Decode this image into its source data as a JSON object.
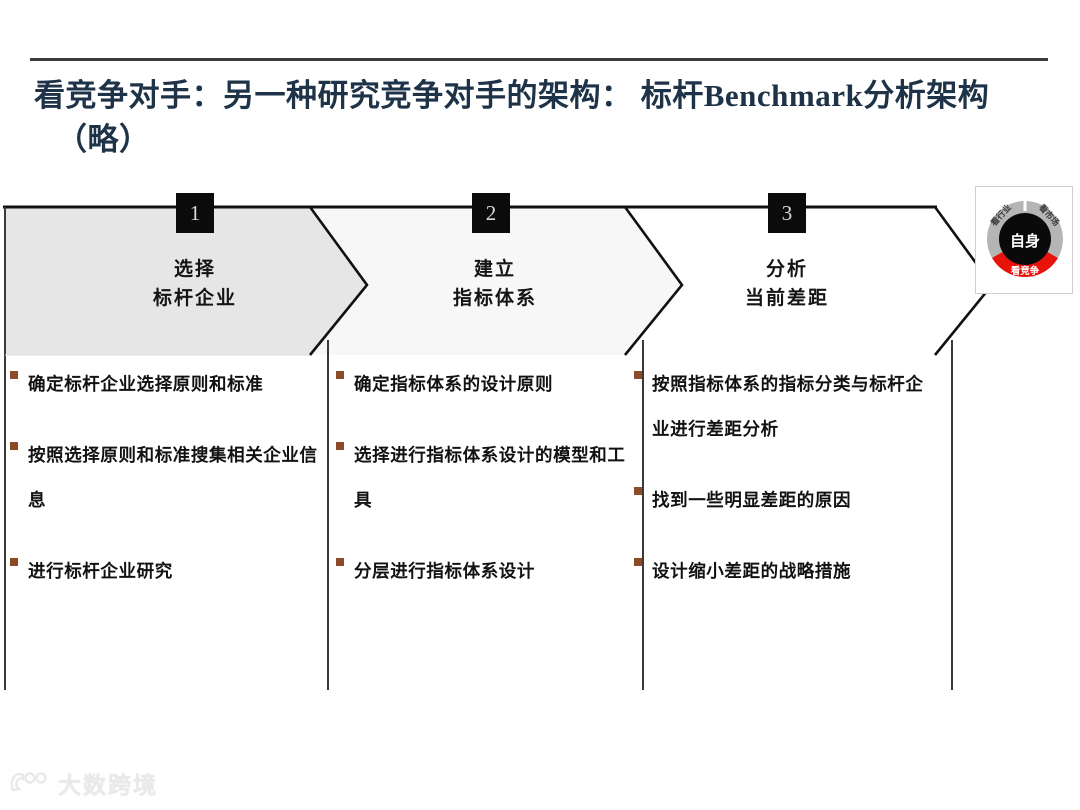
{
  "slide": {
    "title_line1": "看竞争对手：另一种研究竞争对手的架构：  标杆Benchmark分析架构",
    "title_line2": "（略）",
    "title_color": "#1f3348",
    "rule_color": "#3b3b3b",
    "bullet_marker_color": "#8c4a26"
  },
  "process": {
    "steps": [
      {
        "number": "1",
        "caption_line1": "选择",
        "caption_line2": "标杆企业",
        "fill_color": "#e6e6e6",
        "bullets": [
          "确定标杆企业选择原则和标准",
          "按照选择原则和标准搜集相关企业信息",
          "进行标杆企业研究"
        ]
      },
      {
        "number": "2",
        "caption_line1": "建立",
        "caption_line2": "指标体系",
        "fill_color": "#f6f6f6",
        "bullets": [
          "确定指标体系的设计原则",
          "选择进行指标体系设计的模型和工具",
          "分层进行指标体系设计"
        ]
      },
      {
        "number": "3",
        "caption_line1": "分析",
        "caption_line2": "当前差距",
        "fill_color": "#ffffff",
        "bullets": [
          "按照指标体系的指标分类与标杆企业进行差距分析",
          "找到一些明显差距的原因",
          "设计缩小差距的战略措施"
        ]
      }
    ]
  },
  "donut_badge": {
    "center_label": "自身",
    "segment_left_label": "看行业",
    "segment_right_label": "看市场",
    "segment_bottom_label": "看竞争",
    "ring_color": "#b5b5b5",
    "highlight_color": "#e8140c",
    "center_color": "#0a0a0a"
  },
  "watermark": {
    "text": "大数跨境"
  }
}
